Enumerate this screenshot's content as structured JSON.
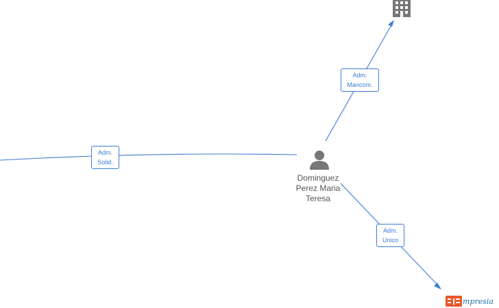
{
  "nodes": {
    "person": {
      "icon": "person-icon",
      "name_lines": [
        "Dominguez",
        "Perez Maria",
        "Teresa"
      ]
    },
    "company": {
      "icon": "building-icon"
    }
  },
  "edges": [
    {
      "id": "adm-mancom",
      "label_lines": [
        "Adm.",
        "Mancom."
      ]
    },
    {
      "id": "adm-solid",
      "label_lines": [
        "Adm.",
        "Solid."
      ]
    },
    {
      "id": "adm-unico",
      "label_lines": [
        "Adm.",
        "Unico"
      ]
    }
  ],
  "brand": {
    "icon": "empresia-logo-icon",
    "text": "mpresia"
  },
  "colors": {
    "edge": "#3a7bd5",
    "node_icon": "#777777",
    "node_text": "#555555",
    "brand_mark": "#e8572a",
    "brand_text": "#1d6fa8"
  }
}
